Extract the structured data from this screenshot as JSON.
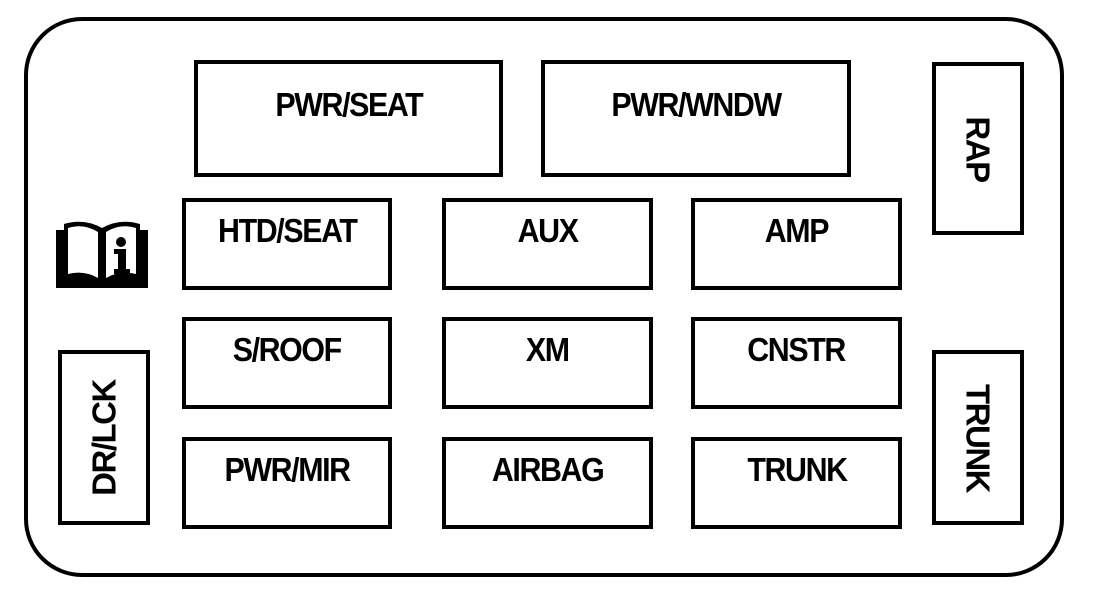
{
  "fuse_block": {
    "fuses": {
      "pwr_seat": "PWR/SEAT",
      "pwr_wndw": "PWR/WNDW",
      "rap": "RAP",
      "htd_seat": "HTD/SEAT",
      "aux": "AUX",
      "amp": "AMP",
      "s_roof": "S/ROOF",
      "xm": "XM",
      "cnstr": "CNSTR",
      "dr_lck": "DR/LCK",
      "pwr_mir": "PWR/MIR",
      "airbag": "AIRBAG",
      "trunk_center": "TRUNK",
      "trunk_right": "TRUNK"
    },
    "icon": "owner-manual-info-icon",
    "colors": {
      "line": "#000000",
      "background": "#ffffff"
    }
  }
}
